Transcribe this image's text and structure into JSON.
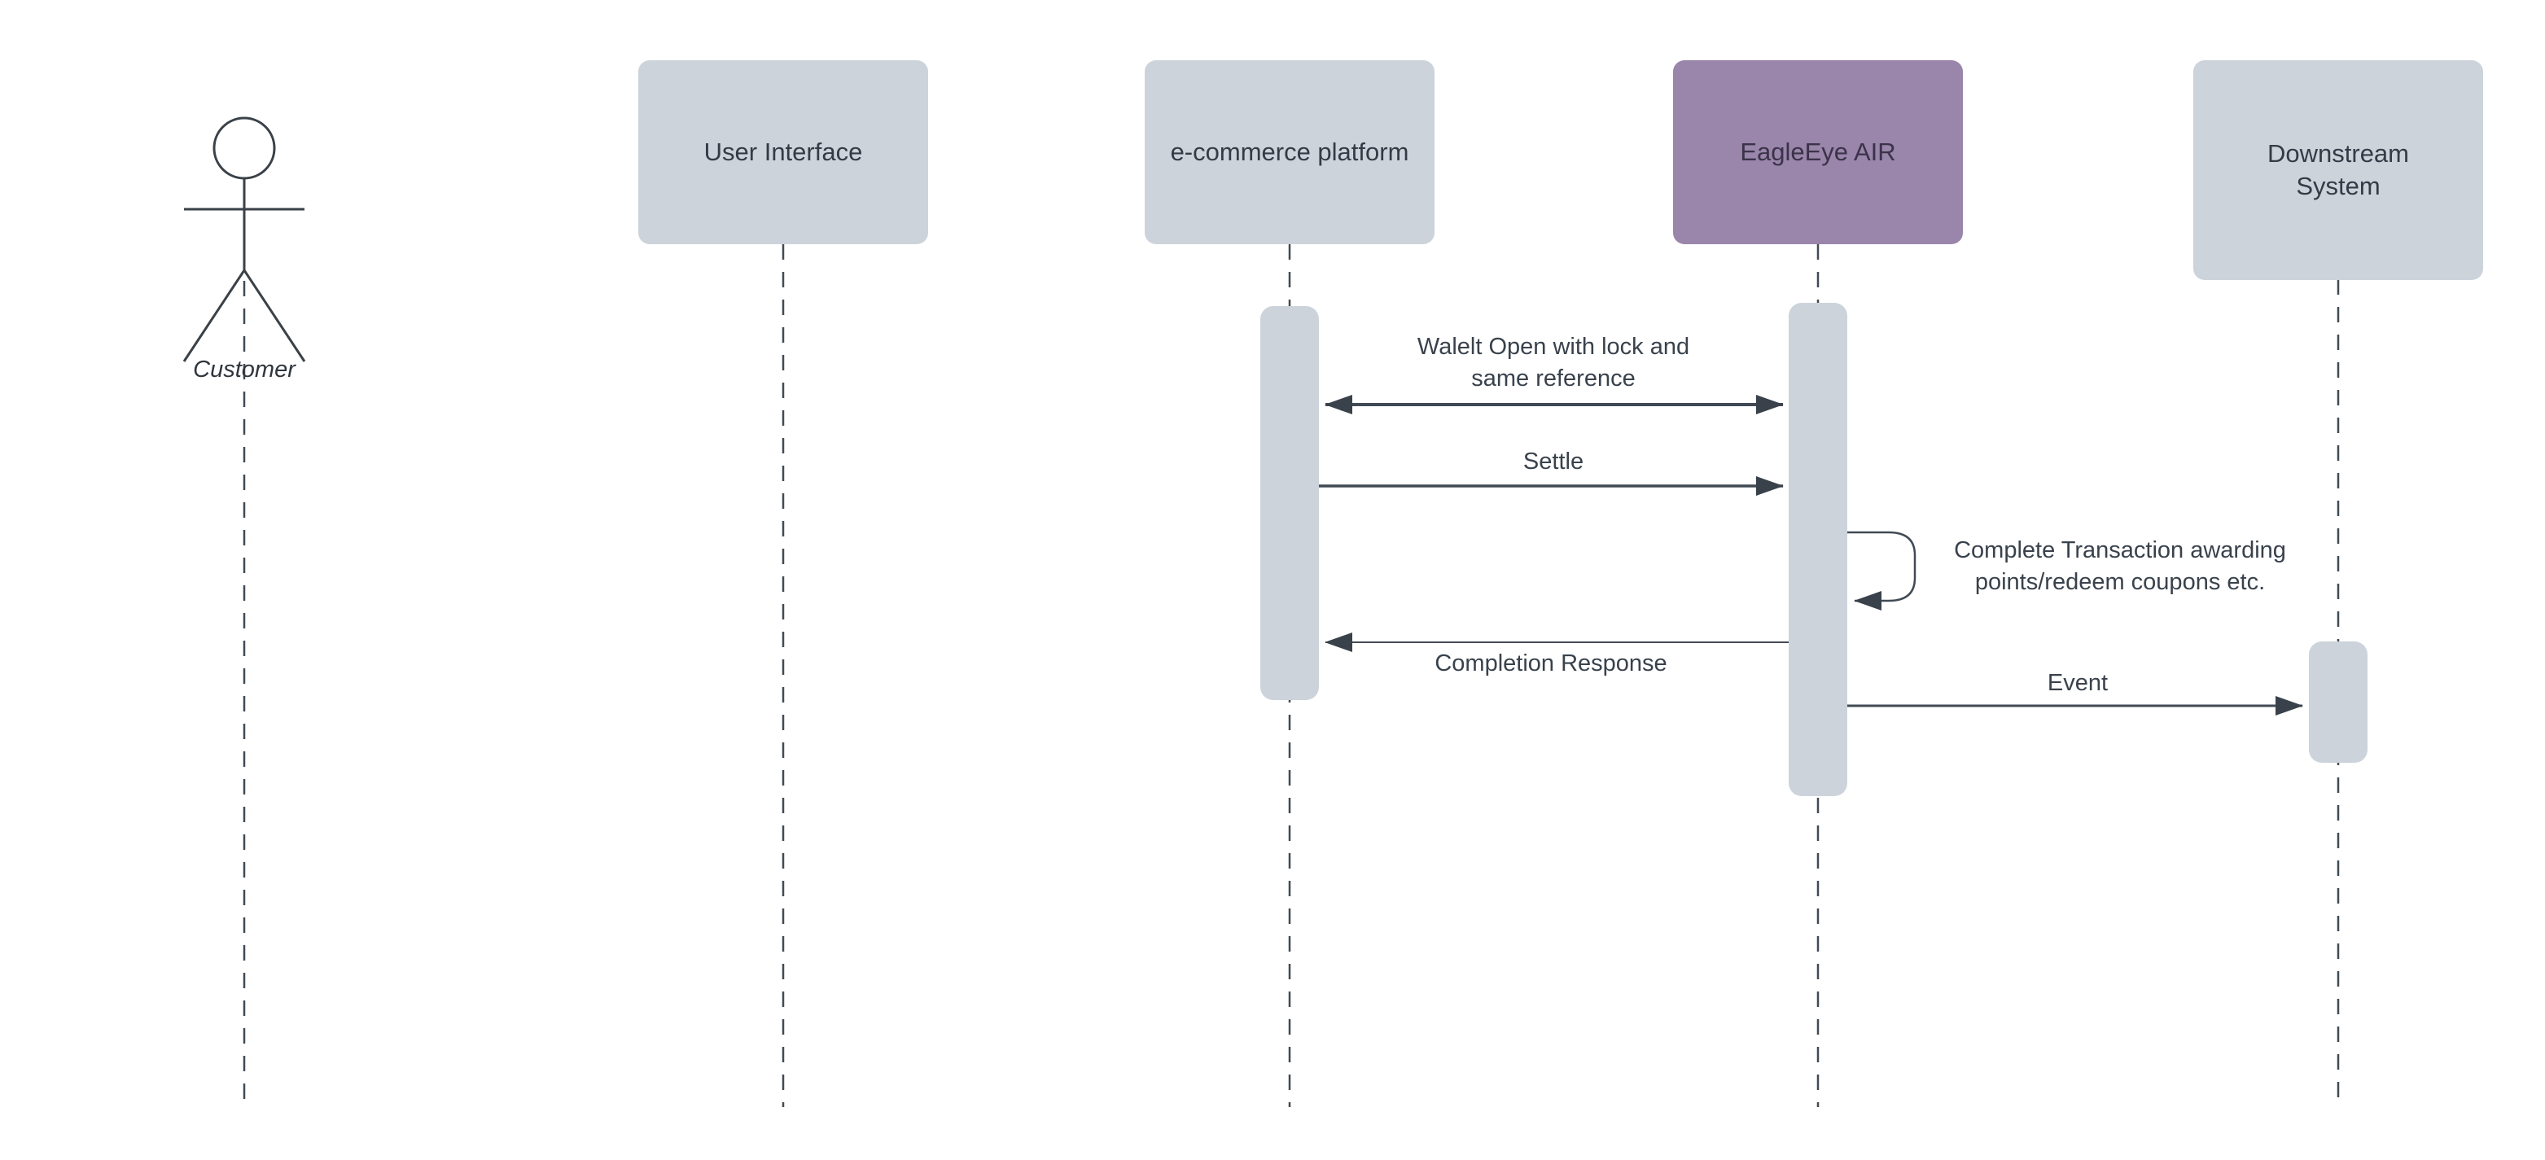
{
  "diagram": {
    "type": "uml-sequence",
    "colors": {
      "background": "#ffffff",
      "participant_fill": "#ccd3db",
      "highlight_fill": "#9a85ab",
      "participant_text": "#333b46",
      "highlight_text": "#3b3349",
      "line": "#414a54",
      "arrowhead": "#39414b",
      "message_text": "#39424c"
    },
    "actor": {
      "label": "Customer"
    },
    "participants": [
      {
        "label": "User Interface"
      },
      {
        "label": "e-commerce platform"
      },
      {
        "label": "EagleEye AIR",
        "highlighted": true
      },
      {
        "label": "Downstream System",
        "lines": [
          "Downstream",
          "System"
        ]
      }
    ],
    "messages": [
      {
        "lines": [
          "Walelt Open with lock and",
          "same reference"
        ],
        "type": "bidirectional",
        "from": "e-commerce platform",
        "to": "EagleEye AIR"
      },
      {
        "lines": [
          "Settle"
        ],
        "type": "solid",
        "from": "e-commerce platform",
        "to": "EagleEye AIR"
      },
      {
        "lines": [
          "Complete Transaction awarding",
          "points/redeem coupons etc."
        ],
        "type": "self",
        "from": "EagleEye AIR",
        "to": "EagleEye AIR"
      },
      {
        "lines": [
          "Completion Response"
        ],
        "type": "return",
        "from": "EagleEye AIR",
        "to": "e-commerce platform"
      },
      {
        "lines": [
          "Event"
        ],
        "type": "solid",
        "from": "EagleEye AIR",
        "to": "Downstream System"
      }
    ]
  }
}
